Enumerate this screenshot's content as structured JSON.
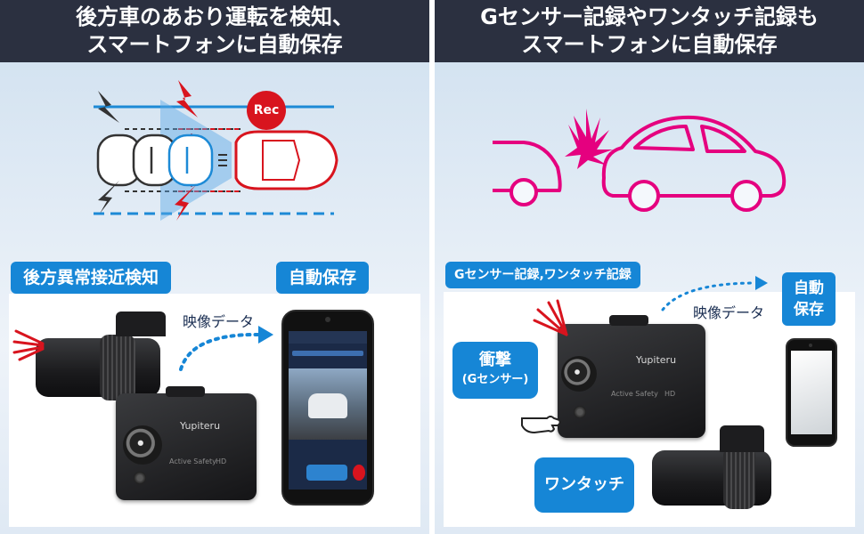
{
  "left_panel": {
    "title_line1": "後方車のあおり運転を検知、",
    "title_line2": "スマートフォンに自動保存",
    "rec_badge": "Rec",
    "tag_detect": "後方異常接近検知",
    "tag_autosave": "自動保存",
    "caption_video": "映像データ",
    "camera_brand": "Yupiteru",
    "camera_marks": "Active Safety",
    "camera_hd": "HD"
  },
  "right_panel": {
    "title_line1": "Gセンサー記録やワンタッチ記録も",
    "title_line2": "スマートフォンに自動保存",
    "tag_records": "Gセンサー記録,ワンタッチ記録",
    "caption_video": "映像データ",
    "tag_autosave_line1": "自動",
    "tag_autosave_line2": "保存",
    "bubble_impact_line1": "衝撃",
    "bubble_impact_line2": "(Gセンサー)",
    "bubble_onetouch": "ワンタッチ",
    "camera_brand": "Yupiteru",
    "camera_marks": "Active Safety",
    "camera_hd": "HD"
  },
  "colors": {
    "header_bg": "#2b3040",
    "accent_blue": "#1686d6",
    "rec_red": "#d8141e",
    "impact_pink": "#e5007f"
  }
}
